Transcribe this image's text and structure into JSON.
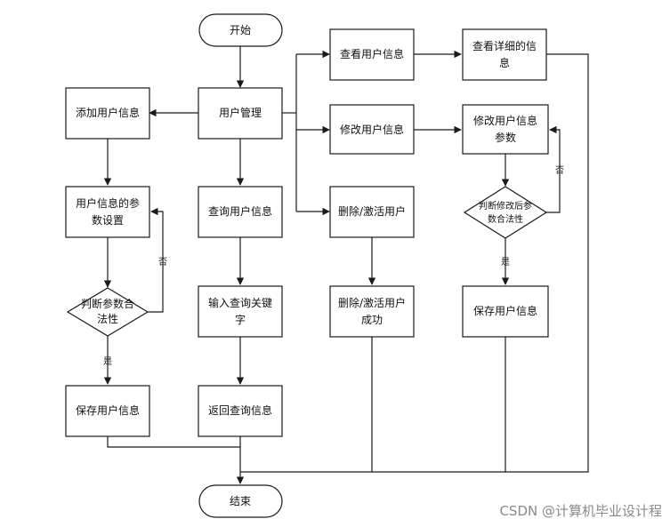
{
  "diagram": {
    "start": "开始",
    "end": "结束",
    "user_mgmt": "用户管理",
    "add_user": "添加用户信息",
    "param_set_1": "用户信息的参",
    "param_set_2": "数设置",
    "check_legal_1": "判断参数合",
    "check_legal_2": "法性",
    "save_left": "保存用户信息",
    "yes_left": "是",
    "no_left": "否",
    "query_user": "查询用户信息",
    "input_kw_1": "输入查询关键",
    "input_kw_2": "字",
    "return_query": "返回查询信息",
    "view_user": "查看用户信息",
    "view_detail_1": "查看详细的信",
    "view_detail_2": "息",
    "modify_user": "修改用户信息",
    "modify_param_1": "修改用户信息",
    "modify_param_2": "参数",
    "check_modify_1": "判断修改后参",
    "check_modify_2": "数合法性",
    "yes_right": "是",
    "no_right": "否",
    "save_right": "保存用户信息",
    "delete_activate": "删除/激活用户",
    "delete_success_1": "删除/激活用户",
    "delete_success_2": "成功"
  },
  "watermark": "CSDN @计算机毕业设计程"
}
